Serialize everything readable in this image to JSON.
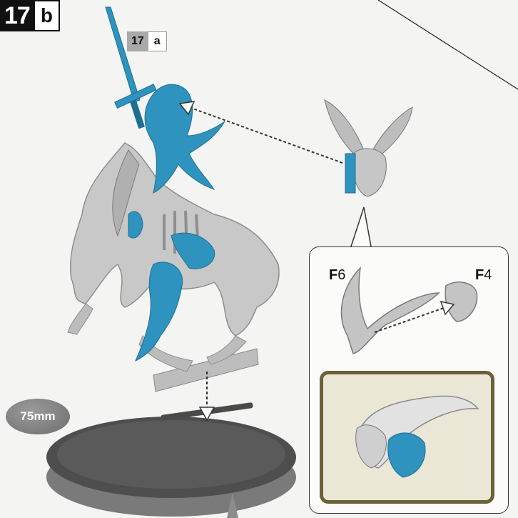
{
  "step": {
    "number": "17",
    "sub": "b"
  },
  "reference": {
    "number": "17",
    "sub": "a"
  },
  "callout": {
    "part_left": {
      "prefix": "F",
      "number": "6"
    },
    "part_right": {
      "prefix": "F",
      "number": "4"
    }
  },
  "base": {
    "size": "75mm"
  },
  "colors": {
    "metal": "#c9c9c9",
    "accent_blue": "#2f93bf",
    "inset_frame": "#6b6138",
    "inset_bg": "#ebe7d6",
    "base": "#565656"
  }
}
